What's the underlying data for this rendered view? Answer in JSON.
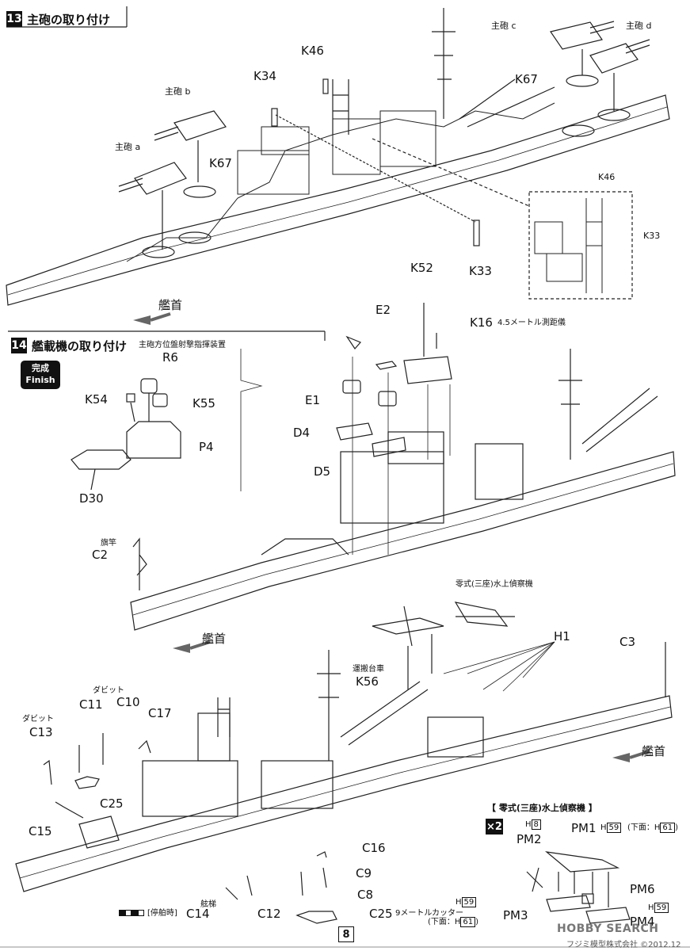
{
  "steps": [
    {
      "number": "13",
      "title": "主砲の取り付け"
    },
    {
      "number": "14",
      "title": "艦載機の取り付け"
    }
  ],
  "step13": {
    "turret_a": "主砲 a",
    "turret_b": "主砲 b",
    "turret_c": "主砲 c",
    "turret_d": "主砲 d",
    "part_k67_left": "K67",
    "part_k67_right": "K67",
    "part_k34": "K34",
    "part_k46": "K46",
    "part_k33": "K33",
    "inset_k46": "K46",
    "inset_k33": "K33",
    "bow": "艦首"
  },
  "step14": {
    "finish_jp": "完成",
    "finish_en": "Finish",
    "director_caption": "主砲方位盤射撃指揮装置",
    "part_r6": "R6",
    "part_k54": "K54",
    "part_k55": "K55",
    "part_p4": "P4",
    "part_d30": "D30",
    "part_e2": "E2",
    "part_e1": "E1",
    "part_d4": "D4",
    "part_d5": "D5",
    "part_k52": "K52",
    "part_k16": "K16",
    "rangefinder_caption": "4.5メートル測距儀",
    "flagpole_caption": "旗竿",
    "part_c2": "C2",
    "bow_mid": "艦首",
    "seaplane_caption": "零式(三座)水上偵察機",
    "part_h1": "H1",
    "part_c3": "C3",
    "cart_caption": "運搬台車",
    "part_k56": "K56",
    "davit_caption_1": "ダビット",
    "davit_caption_2": "ダビット",
    "part_c11": "C11",
    "part_c10": "C10",
    "part_c13": "C13",
    "part_c17": "C17",
    "part_c25": "C25",
    "part_c15": "C15",
    "part_c16": "C16",
    "part_c9": "C9",
    "part_c8": "C8",
    "part_c12": "C12",
    "ladder_caption": "舷梯",
    "moored_caption": "[停舶時]",
    "part_c14": "C14",
    "part_c25b": "C25",
    "cutter_caption": "9メートルカッター",
    "cutter_h": "H",
    "cutter_h_num": "59",
    "cutter_bottom": "(下面：H",
    "cutter_bottom_num": "61",
    "bow_low": "艦首"
  },
  "plane_box": {
    "title": "【 零式(三座)水上偵察機 】",
    "multiplier": "×2",
    "pm1": "PM1",
    "pm1_h": "H",
    "pm1_h_num": "59",
    "pm1_under": "(下面：H",
    "pm1_under_num": "61",
    "pm2": "PM2",
    "pm2_h": "H",
    "pm2_h_num": "8",
    "pm3": "PM3",
    "pm4": "PM4",
    "pm6": "PM6",
    "pm6_h": "H",
    "pm6_h_num": "59"
  },
  "footer": {
    "page": "8",
    "watermark": "HOBBY SEARCH",
    "copyright": "フジミ模型株式会社 ©2012.12"
  }
}
